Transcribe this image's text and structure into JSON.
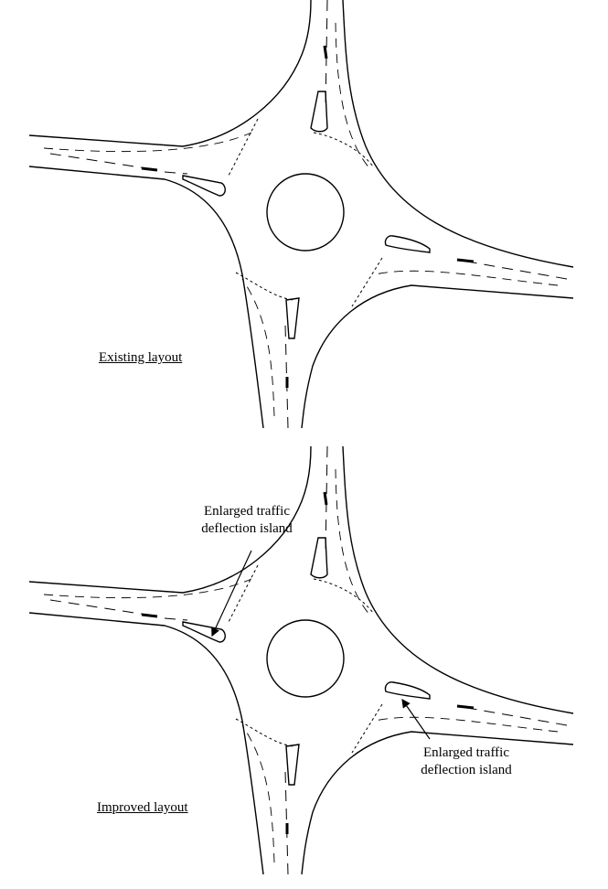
{
  "existing": {
    "label": "Existing layout"
  },
  "improved": {
    "label": "Improved layout",
    "callout_left": {
      "line1": "Enlarged traffic",
      "line2": "deflection island"
    },
    "callout_right": {
      "line1": "Enlarged traffic",
      "line2": "deflection island"
    }
  }
}
